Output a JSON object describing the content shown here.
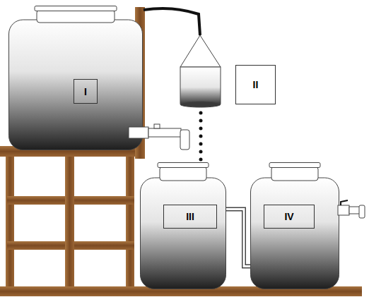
{
  "diagram": {
    "nodes": [
      {
        "text": [
          "I"
        ]
      },
      {
        "text": [
          "II"
        ]
      },
      {
        "text": [
          "III"
        ]
      },
      {
        "text": [
          "IV"
        ]
      }
    ],
    "edges": [
      {
        "from": 2,
        "to": 3,
        "arrow": "none"
      }
    ]
  }
}
